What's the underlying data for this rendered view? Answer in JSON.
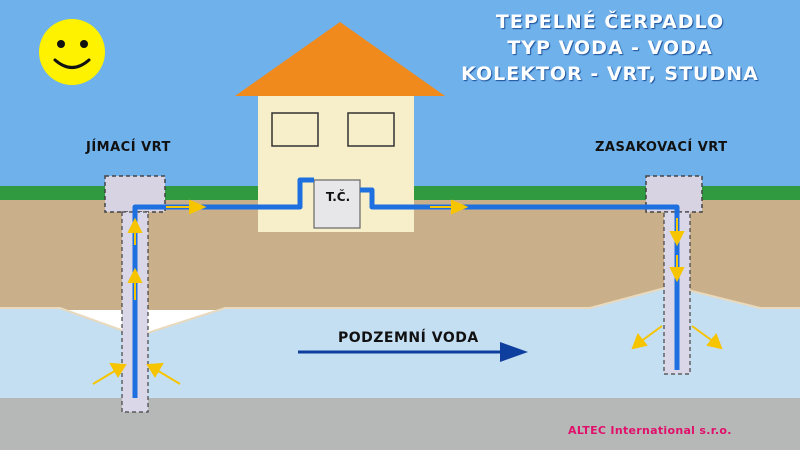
{
  "title": {
    "line1": "TEPELNÉ ČERPADLO",
    "line2": "TYP VODA - VODA",
    "line3": "KOLEKTOR - VRT, STUDNA"
  },
  "wells": {
    "left_label": "JÍMACÍ VRT",
    "right_label": "ZASAKOVACÍ VRT"
  },
  "heat_pump": {
    "label": "T.Č."
  },
  "groundwater": {
    "label": "PODZEMNÍ VODA"
  },
  "company": {
    "label": "ALTEC International s.r.o."
  },
  "colors": {
    "sky": "#6fb1ea",
    "grass": "#2f9a3f",
    "soil": "#c9b08a",
    "groundwater": "#c4def2",
    "bedrock": "#b6b7b7",
    "roof": "#f08a1c",
    "house_wall": "#f7efc9",
    "pipe": "#1e6fe0",
    "flow_arrow": "#f7c400",
    "groundwater_arrow": "#0f3f9e",
    "sun": "#fff200",
    "title_text": "#ffffff",
    "company_text": "#e0106b"
  }
}
